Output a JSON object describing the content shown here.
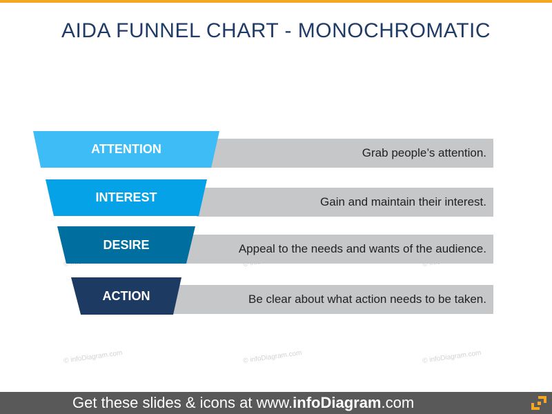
{
  "title": "AIDA FUNNEL CHART - MONOCHROMATIC",
  "watermark": "© infoDiagram.com",
  "stages": [
    {
      "label": "ATTENTION",
      "description": "Grab people’s attention.",
      "color": "#3dbcf6"
    },
    {
      "label": "INTEREST",
      "description": "Gain and maintain their interest.",
      "color": "#06a2e8"
    },
    {
      "label": "DESIRE",
      "description": "Appeal to the needs and wants of the audience.",
      "color": "#006e9f"
    },
    {
      "label": "ACTION",
      "description": "Be clear about what action needs to be taken.",
      "color": "#1c3a62"
    }
  ],
  "footer": {
    "prefix": "Get these slides & icons at www.",
    "brand": "infoDiagram",
    "suffix": ".com"
  },
  "colors": {
    "accent": "#f5a623",
    "title": "#1f3b66",
    "bar": "#c6c7c9",
    "footer": "#595959"
  }
}
